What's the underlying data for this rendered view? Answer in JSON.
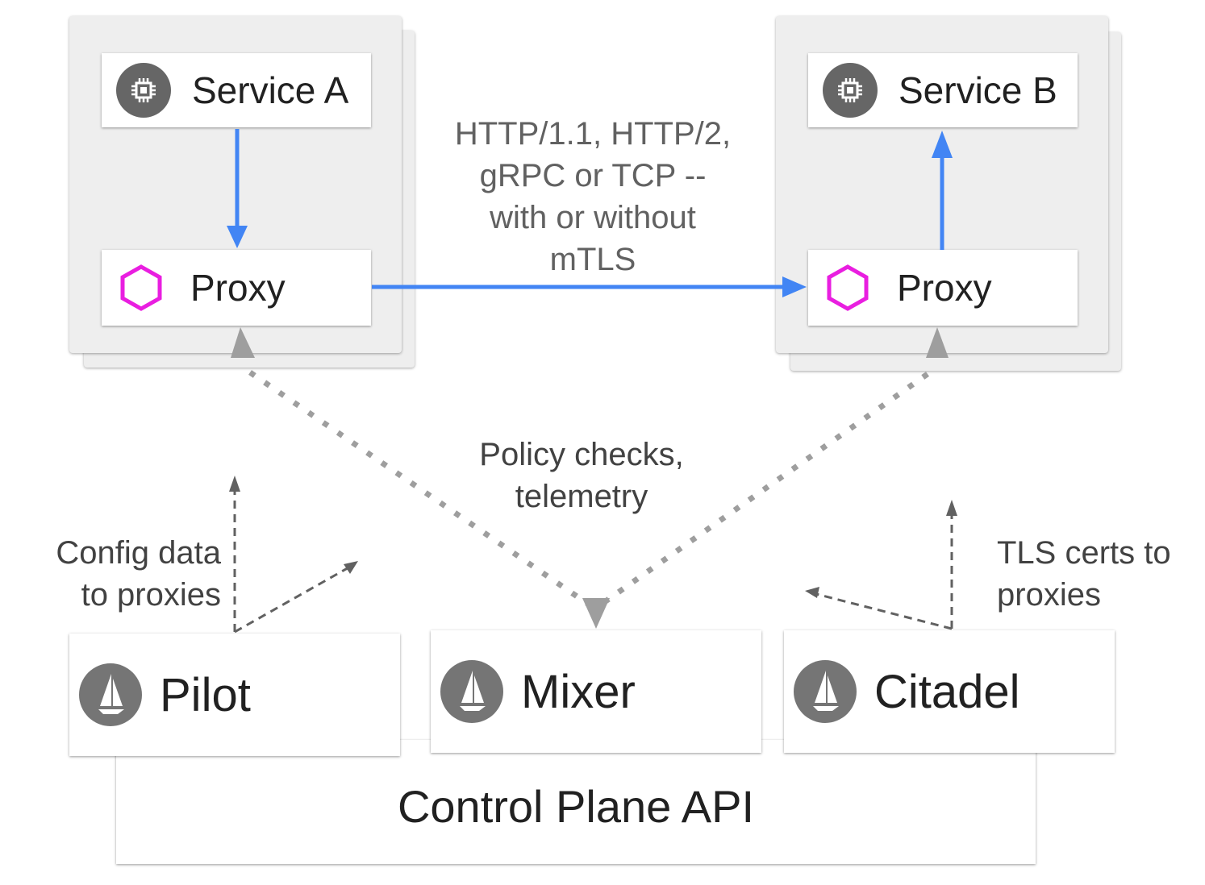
{
  "pods": {
    "left": {
      "service": {
        "name": "Service A",
        "icon": "chip-icon"
      },
      "proxy": {
        "name": "Proxy",
        "icon": "hexagon-icon"
      }
    },
    "right": {
      "service": {
        "name": "Service B",
        "icon": "chip-icon"
      },
      "proxy": {
        "name": "Proxy",
        "icon": "hexagon-icon"
      }
    }
  },
  "annotations": {
    "protocols": [
      "HTTP/1.1, HTTP/2,",
      "gRPC or TCP --",
      "with or without",
      "mTLS"
    ],
    "policy": [
      "Policy checks,",
      "telemetry"
    ],
    "config": [
      "Config data",
      "to proxies"
    ],
    "tls": [
      "TLS certs to",
      "proxies"
    ]
  },
  "control_plane": {
    "title": "Control Plane API",
    "components": [
      {
        "name": "Pilot",
        "icon": "istio-sail-icon"
      },
      {
        "name": "Mixer",
        "icon": "istio-sail-icon"
      },
      {
        "name": "Citadel",
        "icon": "istio-sail-icon"
      }
    ]
  },
  "colors": {
    "data_flow": "#4285f4",
    "proxy_icon": "#e91ee0",
    "dotted": "#9e9e9e",
    "dashed": "#616161"
  }
}
